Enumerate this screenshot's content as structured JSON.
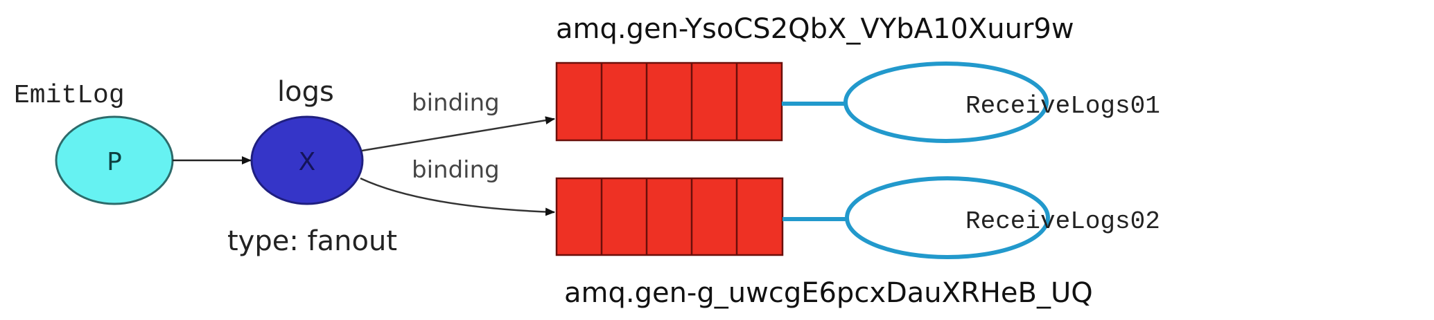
{
  "producer": {
    "name": "EmitLog",
    "symbol": "P",
    "fill": "#66f2f2",
    "stroke": "#2d6b6b"
  },
  "exchange": {
    "name": "logs",
    "symbol": "X",
    "type_label": "type: fanout",
    "fill": "#3535c8",
    "stroke": "#1f1f80"
  },
  "bindings": [
    {
      "label": "binding"
    },
    {
      "label": "binding"
    }
  ],
  "queues": [
    {
      "name": "amq.gen-YsoCS2QbX_VYbA10Xuur9w",
      "cells": 5,
      "fill": "#ee3124",
      "stroke": "#6b0f0a"
    },
    {
      "name": "amq.gen-g_uwcgE6pcxDauXRHeB_UQ",
      "cells": 5,
      "fill": "#ee3124",
      "stroke": "#6b0f0a"
    }
  ],
  "consumers": [
    {
      "name": "ReceiveLogs01",
      "stroke": "#2299cc"
    },
    {
      "name": "ReceiveLogs02",
      "stroke": "#2299cc"
    }
  ]
}
